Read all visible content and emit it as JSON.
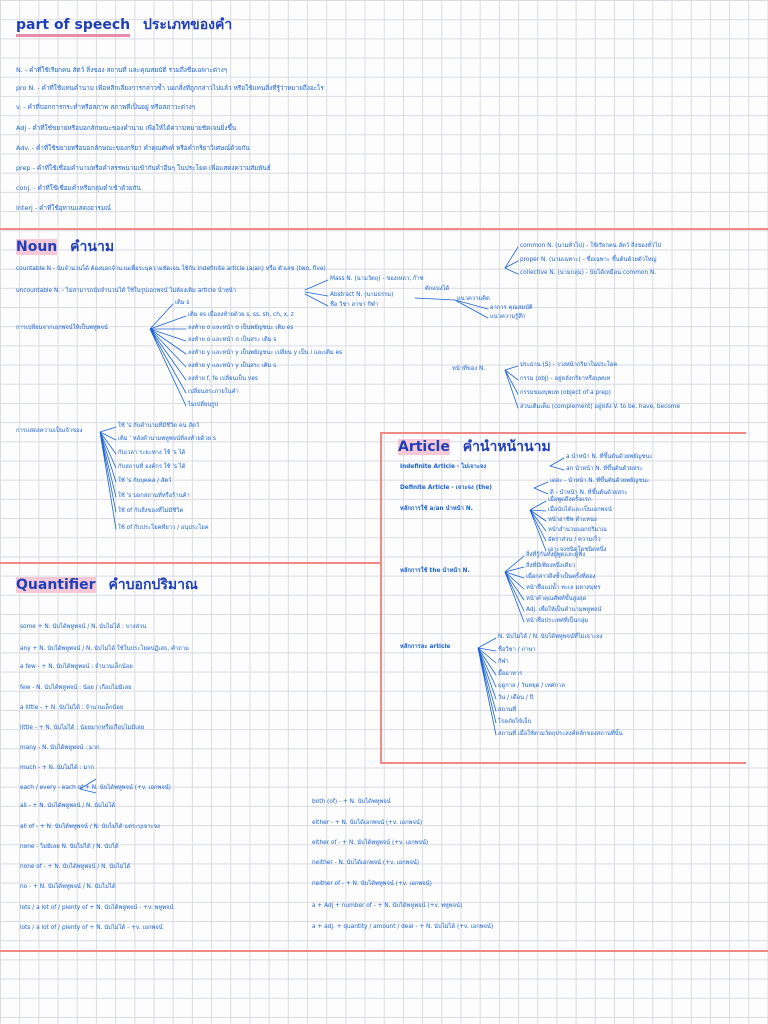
{
  "parts": {
    "title_en": "part of speech",
    "title_th": "ประเภทของคำ",
    "lines": [
      "N. - คำที่ใช้เรียกคน สัตว์ สิ่งของ สถานที่ และคุณสมบัติ รวมถึงชื่อเฉพาะต่างๆ",
      "pro N. - คำที่ใช้แทนคำนาม เพื่อหลีกเลี่ยงการกล่าวซ้ำ บอกสิ่งที่ถูกกล่าวไปแล้ว หรือใช้แทนสิ่งที่รู้ว่าหมายถึงอะไร",
      "v. - คำที่บอกการกระทำหรือสภาพ สภาพที่เป็นอยู่ หรือสภาวะต่างๆ",
      "Adj - คำที่ใช้ขยายหรือบอกลักษณะของคำนาม เพื่อให้ได้ความหมายชัดเจนยิ่งขึ้น",
      "Adv. - คำที่ใช้ขยายหรือบอกลักษณะของกริยา คำคุณศัพท์ หรือคำกริยาวิเศษณ์ด้วยกัน",
      "prep - คำที่ใช้เชื่อมคำนามหรือคำสรรพนามเข้ากับคำอื่นๆ ในประโยค เพื่อแสดงความสัมพันธ์",
      "conj. - คำที่ใช้เชื่อมคำหรือกลุ่มคำเข้าด้วยกัน",
      "Interj - คำที่ใช้อุทานแสดงอารมณ์"
    ]
  },
  "noun": {
    "title_en": "Noun",
    "title_th": "คำนาม",
    "countable": "countable N - นับจำนวนได้ ต้องบอกจำนวนเพื่อระบุความชัดเจน ใช้กับ Indefinite article (a/an) หรือ ตัวเลข (two, five)",
    "uncountable": "uncountable N. - ไม่สามารถนับจำนวนได้ ใช้ในรูปเอกพจน์ ไม่ต้องเติม article นำหน้า",
    "types": [
      "common N. (นามทั่วไป) - ใช้เรียกคน สัตว์ สิ่งของทั่วไป",
      "proper N. (นามเฉพาะ) - ชื่อเฉพาะ ขึ้นต้นด้วยตัวใหญ่",
      "collective N. (นามกลุ่ม) - นับได้เหมือน common N."
    ],
    "mass": "Mass N. (นามวัตถุ) - ของเหลว, ก๊าซ",
    "mass_sub": "ตักแบ่งได้",
    "abstract": "Abstract N. (นามธรรม)",
    "abstract_sub": [
      "แนวความคิด",
      "อาการ คุณสมบัติ",
      "แนวความรู้สึก"
    ],
    "abstract_note": "ชื่อ วิชา สาขา กีฬา",
    "plural_title": "การเปลี่ยนจากเอกพจน์ให้เป็นพหูพจน์",
    "plural_rules": [
      "เติม s",
      "เติม es เมื่อลงท้ายด้วย s, ss, sh, ch, x, z",
      "ลงท้าย o และหน้า o เป็นพยัญชนะ เติม es",
      "ลงท้าย o และหน้า o เป็นสระ เติม s",
      "ลงท้าย y และหน้า y เป็นพยัญชนะ เปลี่ยน y เป็น i และเติม es",
      "ลงท้าย y และหน้า y เป็นสระ เติม s",
      "ลงท้าย f, fe เปลี่ยนเป็น ves",
      "เปลี่ยนสระภายในคำ",
      "ไม่เปลี่ยนรูป"
    ],
    "function_title": "หน้าที่ของ N.",
    "functions": [
      "ประธาน (S) - วางหน้ากริยาในประโยค",
      "กรรม (obj) - อยู่หลังกริยาหรือบุพบท",
      "กรรมของบุพบท (object of a prep)",
      "ส่วนเติมเต็ม (complement) อยู่หลัง V. to be, have, become"
    ],
    "possessive_title": "การแสดงความเป็นเจ้าของ",
    "possessive": [
      "ใช้ 's กับคำนามที่มีชีวิต คน สัตว์",
      "เติม ' หลังคำนามพหูพจน์ที่ลงท้ายด้วย s",
      "กับเวลา ระยะทาง ใช้ 's ได้",
      "กับสถานที่ องค์กร ใช้ 's ได้",
      "ใช้ 's กับบุคคล / สัตว์",
      "ใช้ 's บอกสถานที่หรือร้านค้า",
      "ใช้ of กับสิ่งของที่ไม่มีชีวิต",
      "ใช้ of กับประโยคที่ยาว / อนุประโยค"
    ]
  },
  "article": {
    "title_en": "Article",
    "title_th": "คำนำหน้านาม",
    "indef": "Indefinite Article - ไม่เจาะจง",
    "indef_items": [
      "a นำหน้า N. ที่ขึ้นต้นด้วยพยัญชนะ",
      "an นำหน้า N. ที่ขึ้นต้นด้วยสระ"
    ],
    "def": "Definite Article - เจาะจง (the)",
    "def_items": [
      "เดอะ - นำหน้า N. ที่ขึ้นต้นด้วยพยัญชนะ",
      "ดิ - นำหน้า N. ที่ขึ้นต้นด้วยสระ"
    ],
    "aan_title": "หลักการใช้ a/an นำหน้า N.",
    "aan_items": [
      "เมื่อพูดถึงครั้งแรก",
      "เมื่อนับได้และเป็นเอกพจน์",
      "หน้าอาชีพ ตำแหน่ง",
      "หน้าสำนวนบอกปริมาณ",
      "อัตราส่วน / ความเร็ว",
      "เจาะจงชนิดใดชนิดหนึ่ง"
    ],
    "the_title": "หลักการใช้ the นำหน้า N.",
    "the_items": [
      "สิ่งที่รู้กันทั้งผู้พูดและผู้ฟัง",
      "สิ่งที่มีเพียงหนึ่งเดียว",
      "เมื่อกล่าวถึงซ้ำเป็นครั้งที่สอง",
      "หน้าชื่อแม่น้ำ ทะเล มหาสมุทร",
      "หน้าคำคุณศัพท์ขั้นสูงสุด",
      "Adj. เพื่อให้เป็นคำนามพหูพจน์",
      "หน้าชื่อประเทศที่เป็นกลุ่ม"
    ],
    "none_title": "หลักการละ article",
    "none_items": [
      "N. นับไม่ได้ / N. นับได้พหูพจน์ที่ไม่เจาะจง",
      "ชื่อวิชา / ภาษา",
      "กีฬา",
      "มื้ออาหาร",
      "ฤดูกาล / วันหยุด / เทศกาล",
      "วัน / เดือน / ปี",
      "สถานที่",
      "โรคภัยไข้เจ็บ",
      "สถานที่ เมื่อใช้ตามวัตถุประสงค์หลักของสถานที่นั้น"
    ]
  },
  "quantifier": {
    "title_en": "Quantifier",
    "title_th": "คำบอกปริมาณ",
    "rows": [
      "some + N. นับได้พหูพจน์ / N. นับไม่ได้ : บางส่วน",
      "any + N. นับได้พหูพจน์ / N. นับไม่ได้ ใช้ในประโยคปฏิเสธ, คำถาม",
      "a few - + N. นับได้พหูพจน์ : จำนวนเล็กน้อย",
      "few - N. นับได้พหูพจน์ : น้อย / เกือบไม่มีเลย",
      "a little - + N. นับไม่ได้ : จำนวนเล็กน้อย",
      "little - + N. นับไม่ได้ : น้อยมากหรือเกือบไม่มีเลย",
      "many - N. นับได้พหูพจน์ : มาก",
      "much - + N. นับไม่ได้ : มาก",
      "each / every - each of + N. นับได้พหูพจน์ (+v. เอกพจน์)",
      "all - + N. นับได้พหูพจน์ / N. นับไม่ได้",
      "all of - + N. นับได้พหูพจน์ / N. นับไม่ได้ แต่ระบุเจาะจง",
      "none - ไม่มีเลย N. นับไม่ได้ / N. นับได้",
      "none of - + N. นับได้พหูพจน์ / N. นับไม่ได้",
      "no - + N. นับได้พหูพจน์ / N. นับไม่ได้",
      "lots / a lot of / plenty of + N. นับได้พหูพจน์ - +v. พหูพจน์",
      "lots / a lot of / plenty of + N. นับไม่ได้ - +v. เอกพจน์"
    ],
    "right_rows": [
      "both (of) - + N. นับได้พหูพจน์",
      "either - + N. นับได้เอกพจน์ (+v. เอกพจน์)",
      "either of - + N. นับได้พหูพจน์ (+v. เอกพจน์)",
      "neither - N. นับได้เอกพจน์ (+v. เอกพจน์)",
      "neither of - + N. นับได้พหูพจน์ (+v. เอกพจน์)",
      "a + Adj + number of - + N. นับได้พหูพจน์ (+v. พหูพจน์)",
      "a + adj. + quantity / amount / deal - + N. นับไม่ได้ (+v. เอกพจน์)"
    ]
  },
  "colors": {
    "ink": "#1a63d6",
    "heading": "#1f3fb8",
    "rule": "#ef8a86",
    "highlight": "#e98aa8"
  }
}
